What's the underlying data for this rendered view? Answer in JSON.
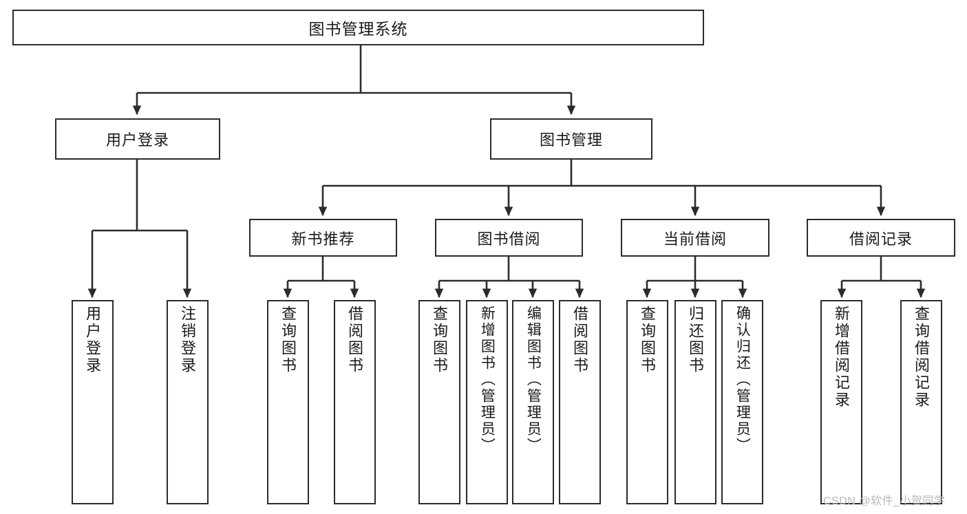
{
  "diagram": {
    "type": "tree-hierarchy",
    "title": "图书管理系统",
    "colors": {
      "stroke": "#2b2b2b",
      "fill": "#ffffff",
      "text": "#1a1a1a",
      "watermark": "#b9b9b9"
    },
    "root": {
      "label": "图书管理系统"
    },
    "level2": [
      {
        "label": "用户登录"
      },
      {
        "label": "图书管理"
      }
    ],
    "level3": [
      {
        "label": "新书推荐"
      },
      {
        "label": "图书借阅"
      },
      {
        "label": "当前借阅"
      },
      {
        "label": "借阅记录"
      }
    ],
    "leaves": {
      "user_login": [
        {
          "label": "用户登录"
        },
        {
          "label": "注销登录"
        }
      ],
      "new_book_recommend": [
        {
          "label": "查询图书"
        },
        {
          "label": "借阅图书"
        }
      ],
      "book_borrow": [
        {
          "label": "查询图书"
        },
        {
          "label": "新增图书（管理员）"
        },
        {
          "label": "编辑图书（管理员）"
        },
        {
          "label": "借阅图书"
        }
      ],
      "current_borrow": [
        {
          "label": "查询图书"
        },
        {
          "label": "归还图书"
        },
        {
          "label": "确认归还（管理员）"
        }
      ],
      "borrow_record": [
        {
          "label": "新增借阅记录"
        },
        {
          "label": "查询借阅记录"
        }
      ]
    }
  },
  "watermark": {
    "text": "CSDN @软件_小贺同学"
  }
}
